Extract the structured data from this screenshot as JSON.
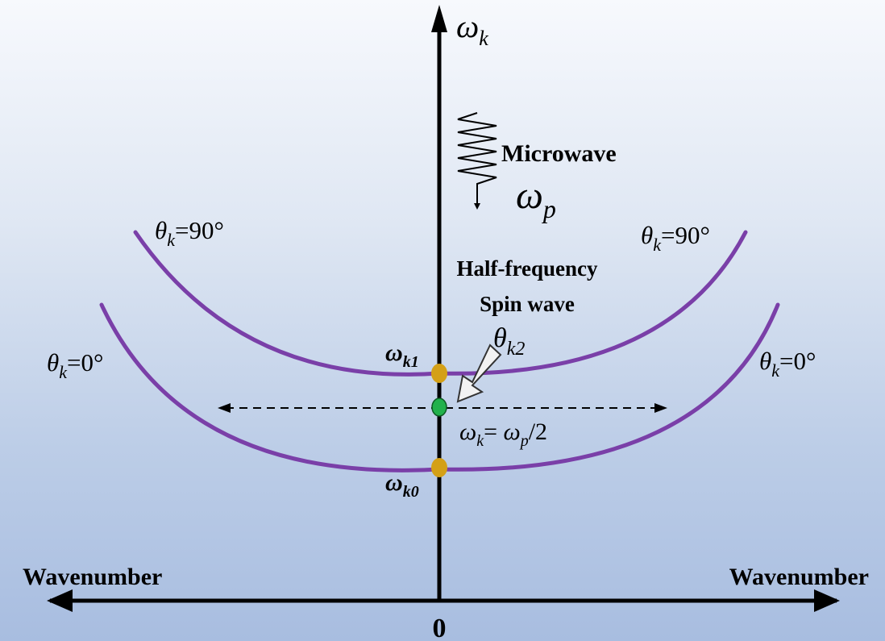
{
  "labels": {
    "vertical_axis": {
      "symbol": "ω",
      "subscript": "k"
    },
    "horizontal_axis_left": "Wavenumber",
    "horizontal_axis_right": "Wavenumber",
    "origin": "0",
    "microwave": "Microwave",
    "pump_frequency": {
      "symbol": "ω",
      "subscript": "p"
    },
    "half_frequency_line1": "Half-frequency",
    "half_frequency_line2": "Spin wave",
    "theta_symbol": "θ",
    "theta_subscript": "k",
    "theta_90": "=90°",
    "theta_0": "=0°",
    "theta_k2_subscript": "k2",
    "omega_k1_subscript": "k1",
    "omega_k0_subscript": "k0",
    "omega_symbol": "ω",
    "half_condition_lhs_subscript": "k",
    "half_condition_equals": "= ",
    "half_condition_rhs_subscript": "p",
    "half_condition_divisor": "/2"
  },
  "colors": {
    "curve": "#7a3fa8",
    "axis": "#000000",
    "point_k1": "#d4a017",
    "point_k0": "#d4a017",
    "point_half": "#22b14c",
    "arrow_fill": "#f2f2f2"
  }
}
